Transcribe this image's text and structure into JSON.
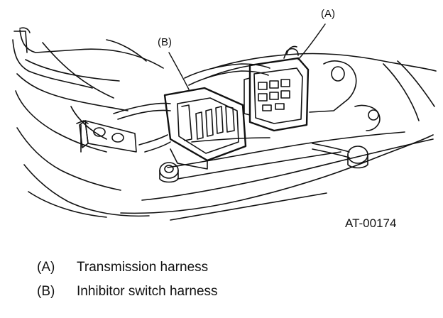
{
  "diagram": {
    "figure_id": "AT-00174",
    "callouts": [
      {
        "key": "(A)",
        "label": "Transmission harness"
      },
      {
        "key": "(B)",
        "label": "Inhibitor switch harness"
      }
    ]
  },
  "colors": {
    "ink": "#111111",
    "background": "#ffffff"
  }
}
